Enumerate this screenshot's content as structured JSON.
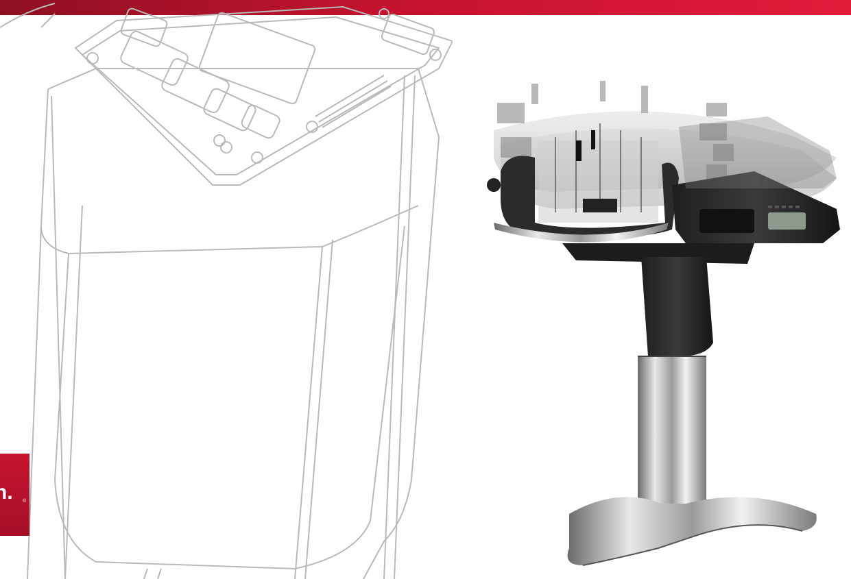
{
  "brand": {
    "bar_color_start": "#8e1023",
    "bar_color_end": "#e21a3a",
    "logo_glyph": "n.",
    "registered_mark": "®"
  },
  "illustration": {
    "left_drawing": "line-drawing",
    "right_photo": "product-photo"
  }
}
